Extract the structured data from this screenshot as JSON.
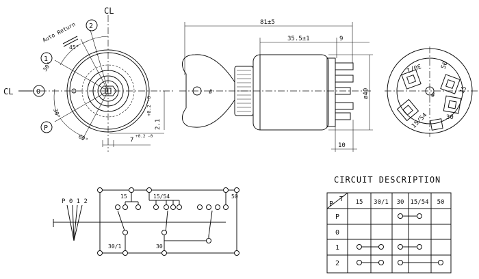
{
  "front_view": {
    "cl_top": "CL",
    "cl_left": "CL",
    "auto_return": "Auto Return",
    "angle_45": "45°",
    "angle_30a": "30°",
    "angle_30b": "30°",
    "angle_60": "60°",
    "pos_2": "2",
    "pos_1": "1",
    "pos_0": "0",
    "pos_p": "P",
    "dim_21": "2.1",
    "dim_21_tol": "+0.2 -0",
    "dim_7": "7",
    "dim_7_tol": "+0.2 -0"
  },
  "side_view": {
    "dim_total": "81±5",
    "dim_body": "35.5±1",
    "dim_9": "9",
    "dim_dia": "ø40",
    "dim_10": "10",
    "key_mark": "#"
  },
  "rear_view": {
    "t_30_1": "30/1",
    "t_50": "50",
    "t_15": "15",
    "t_15_54": "15/54",
    "t_30": "30",
    "center_mark": "#"
  },
  "schematic": {
    "positions_label": "P 0 1 2",
    "l15": "15",
    "l15_54": "15/54",
    "l50": "50",
    "l30_1": "30/1",
    "l30": "30"
  },
  "circuit": {
    "title": "CIRCUIT DESCRIPTION",
    "corner_p": "P",
    "corner_t": "T",
    "columns": [
      "15",
      "30/1",
      "30",
      "15/54",
      "50"
    ],
    "rows": [
      "P",
      "0",
      "1",
      "2"
    ]
  }
}
